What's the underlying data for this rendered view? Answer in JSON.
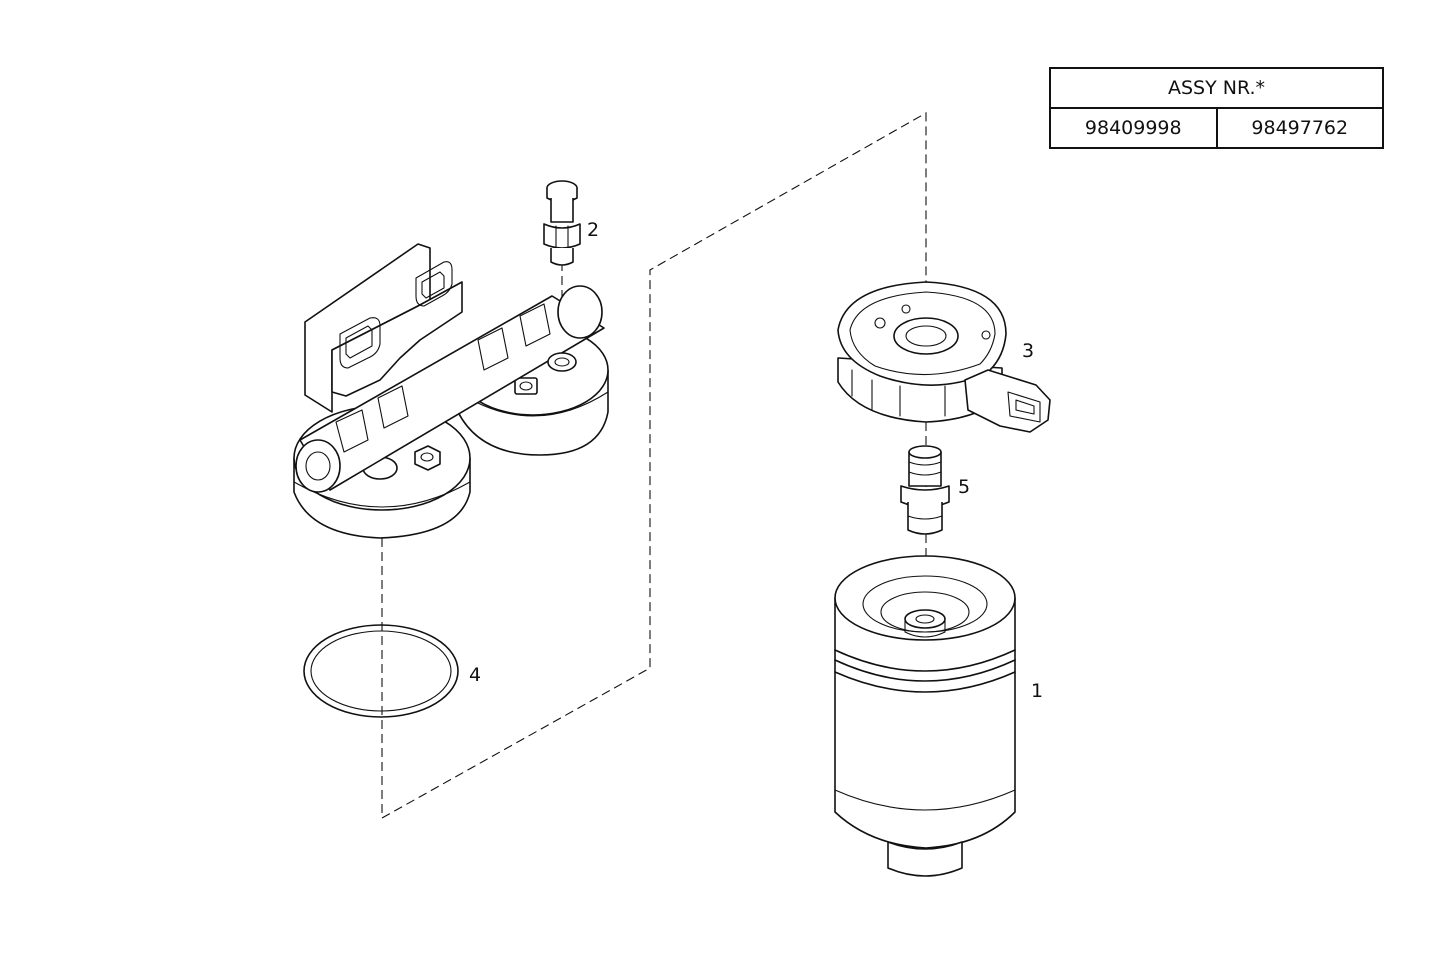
{
  "assembly_table": {
    "header": "ASSY  NR.*",
    "numbers": [
      "98409998",
      "98497762"
    ]
  },
  "callouts": [
    {
      "id": "1",
      "label": "1",
      "part": "filter-cartridge"
    },
    {
      "id": "2",
      "label": "2",
      "part": "bleed-screw"
    },
    {
      "id": "3",
      "label": "3",
      "part": "heater-sensor-housing"
    },
    {
      "id": "4",
      "label": "4",
      "part": "o-ring-seal"
    },
    {
      "id": "5",
      "label": "5",
      "part": "threaded-nipple"
    }
  ]
}
